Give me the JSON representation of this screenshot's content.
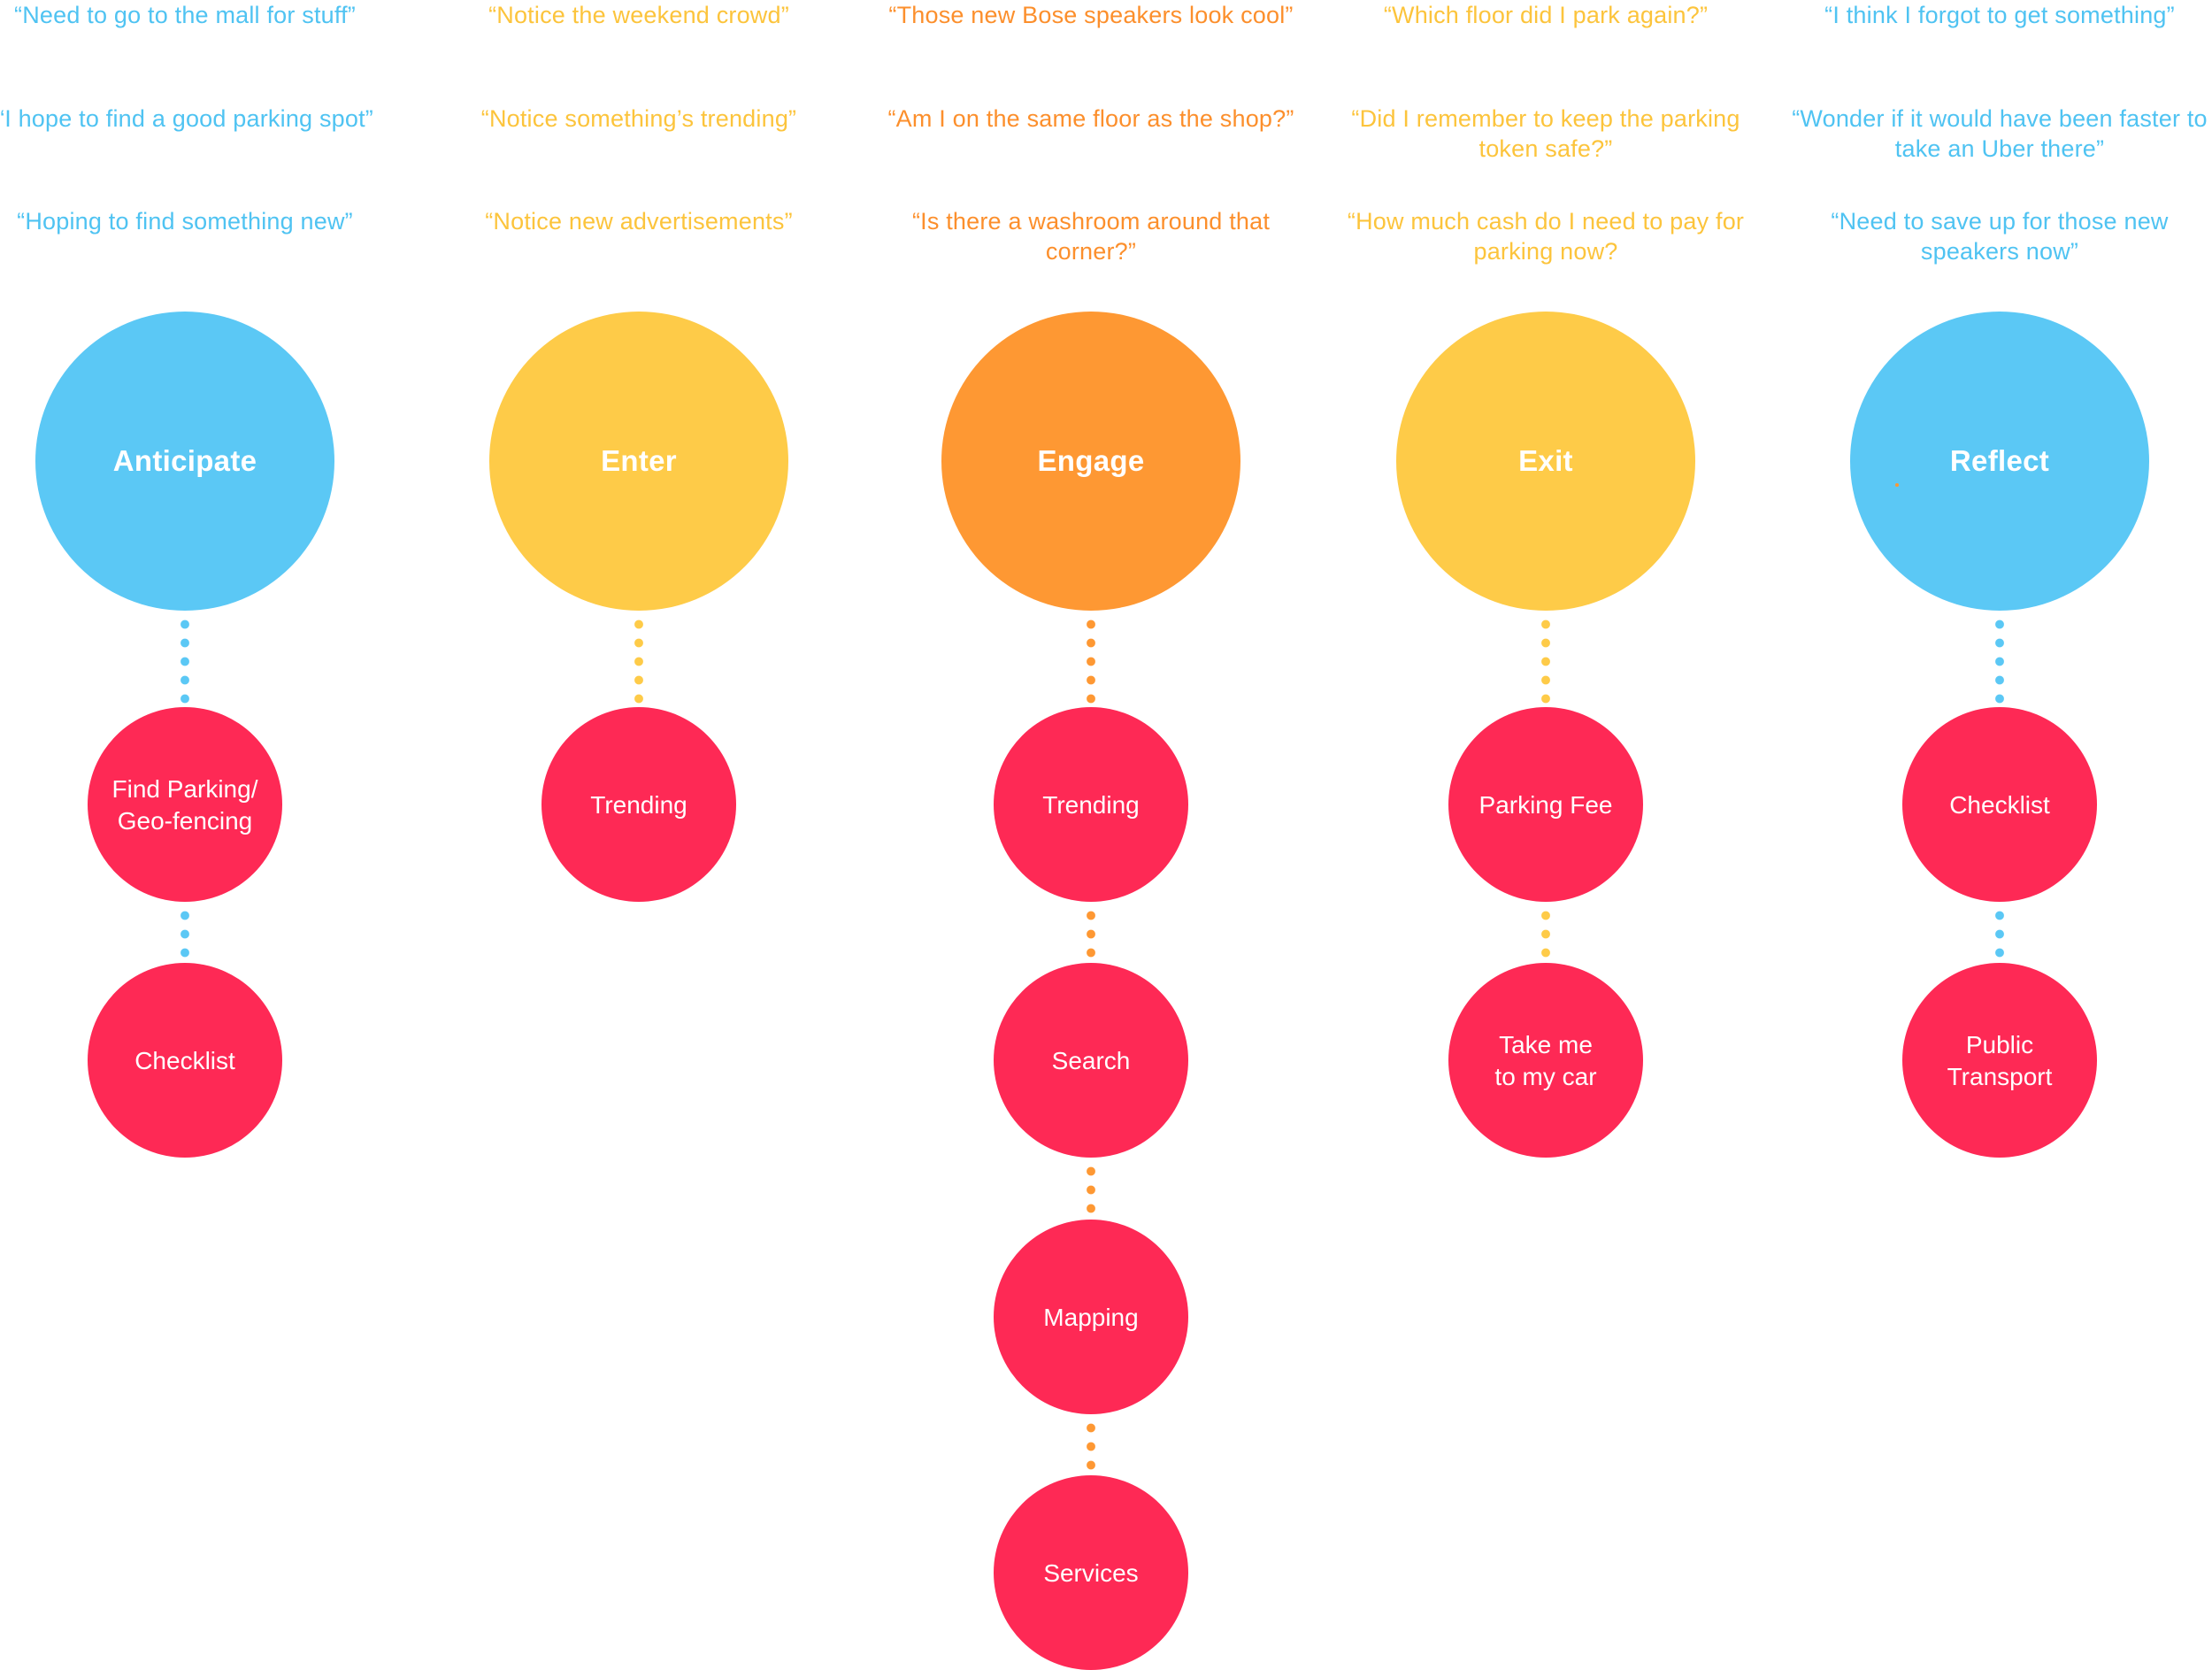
{
  "columns": [
    {
      "stage": "Anticipate",
      "color": "#5bc8f5",
      "quote_color": "#4fc3f2",
      "quotes": [
        "“Need to go to the mall for stuff”",
        "“I hope to find a good parking spot”",
        "“Hoping to find something new”"
      ],
      "features": [
        "Find Parking/\nGeo-fencing",
        "Checklist"
      ]
    },
    {
      "stage": "Enter",
      "color": "#fecb48",
      "quote_color": "#fcc43c",
      "quotes": [
        "“Notice the weekend crowd”",
        "“Notice something’s trending”",
        "“Notice new advertisements”"
      ],
      "features": [
        "Trending"
      ]
    },
    {
      "stage": "Engage",
      "color": "#fe9833",
      "quote_color": "#fc8f2c",
      "quotes": [
        "“Those new Bose speakers look cool”",
        "“Am I on the same floor as the shop?”",
        "“Is there a washroom around that corner?”"
      ],
      "features": [
        "Trending",
        "Search",
        "Mapping",
        "Services"
      ]
    },
    {
      "stage": "Exit",
      "color": "#fecb48",
      "quote_color": "#fcc43c",
      "quotes": [
        "“Which floor did I park again?”",
        "“Did I remember to keep the parking token safe?”",
        "“How much cash do I need to pay for parking now?"
      ],
      "features": [
        "Parking Fee",
        "Take me\nto my car"
      ]
    },
    {
      "stage": "Reflect",
      "color": "#5bc8f5",
      "quote_color": "#4fc3f2",
      "quotes": [
        "“I think I forgot to get something”",
        "“Wonder if it would have been faster to take an Uber there”",
        "“Need to save up for those new speakers now”"
      ],
      "features": [
        "Checklist",
        "Public\nTransport"
      ]
    }
  ],
  "feature_color": "#fe2955",
  "stray_dot_color": "#fe9833"
}
